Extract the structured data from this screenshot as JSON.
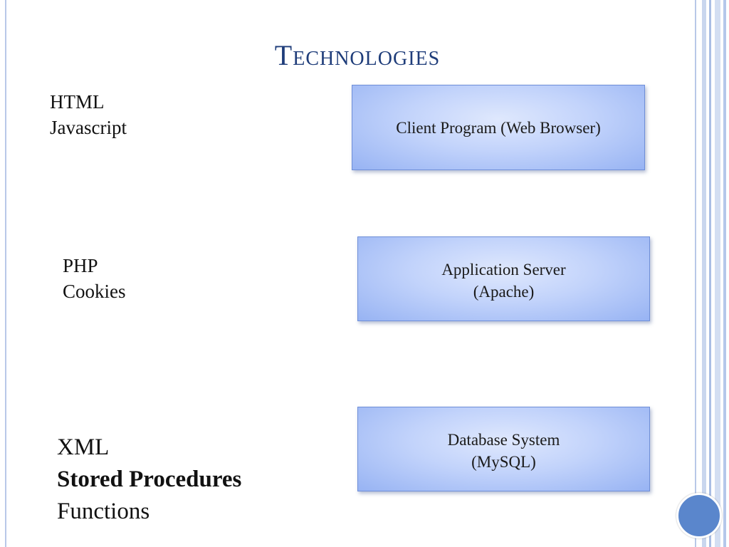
{
  "slide": {
    "title": "Technologies"
  },
  "labels": {
    "client": [
      "HTML",
      "Javascript"
    ],
    "server": [
      "PHP",
      "Cookies"
    ],
    "database": [
      "XML",
      "Stored Procedures",
      "Functions"
    ]
  },
  "boxes": {
    "client": {
      "line1": "Client Program (Web Browser)"
    },
    "server": {
      "line1": "Application Server",
      "line2": "(Apache)"
    },
    "database": {
      "line1": "Database System",
      "line2": "(MySQL)"
    }
  },
  "colors": {
    "title": "#1f3d7a",
    "box_border": "#6f8fd8",
    "box_fill": "#c2d3fb",
    "accent_circle": "#5a86cc",
    "stripe": "#b8c8e8"
  }
}
